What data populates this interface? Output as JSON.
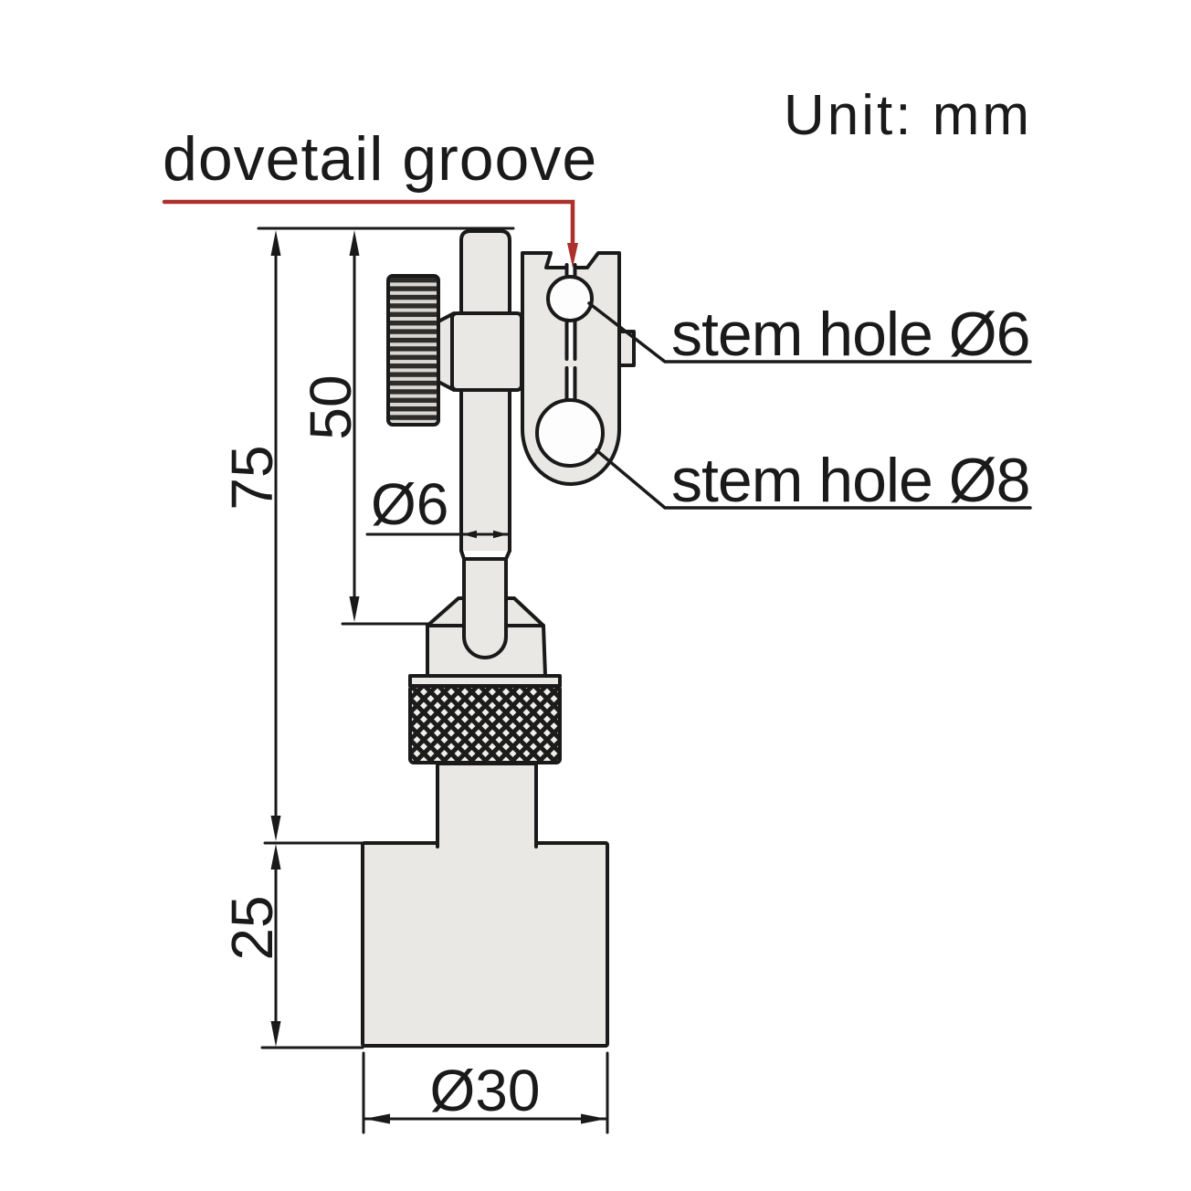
{
  "drawing": {
    "unit_note": "Unit: mm",
    "callouts": {
      "dovetail": "dovetail groove",
      "stem_hole_small": "stem hole Ø6",
      "stem_hole_large": "stem hole Ø8"
    },
    "dimensions": {
      "overall_height": "75",
      "column_length": "50",
      "column_diameter": "Ø6",
      "base_height": "25",
      "base_diameter": "Ø30"
    },
    "colors": {
      "accent": "#ab312c",
      "line": "#1a1a1a",
      "part_fill": "#e9e8e5",
      "hole_fill": "#fdfdfd",
      "wheel_dark": "#2f2d2a",
      "wheel_light": "#d9d7d3",
      "knurl_bg": "#f1efec"
    }
  }
}
